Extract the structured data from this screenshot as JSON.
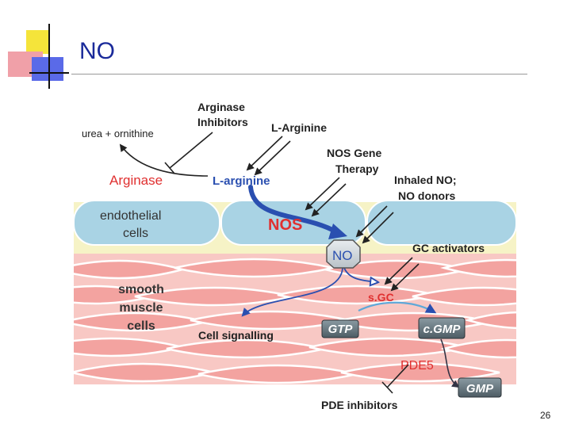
{
  "slide": {
    "title": "NO",
    "number": "26"
  },
  "diagram": {
    "labels": {
      "arginase_inhibitors_1": "Arginase",
      "arginase_inhibitors_2": "Inhibitors",
      "l_arginine_top": "L-Arginine",
      "urea_ornithine": "urea + ornithine",
      "nos_gene_therapy_1": "NOS Gene",
      "nos_gene_therapy_2": "Therapy",
      "arginase": "Arginase",
      "l_arginine": "L-arginine",
      "inhaled_no_1": "Inhaled NO;",
      "inhaled_no_2": "NO donors",
      "endothelial_1": "endothelial",
      "endothelial_2": "cells",
      "nos": "NOS",
      "no": "NO",
      "gc_activators": "GC activators",
      "smooth_1": "smooth",
      "smooth_2": "muscle",
      "smooth_3": "cells",
      "sgc": "s.GC",
      "cell_signalling": "Cell signalling",
      "gtp": "GTP",
      "cgmp": "c.GMP",
      "pde5": "PDE5",
      "gmp": "GMP",
      "pde_inhibitors": "PDE inhibitors"
    },
    "colors": {
      "title": "#1a2a9a",
      "enzyme_red": "#e03030",
      "flow_blue": "#2a4fb0",
      "endothelial_cell": "#a9d3e4",
      "endothelial_band": "#f6f3c6",
      "muscle_cell": "#f3a3a0",
      "muscle_bg": "#f8c8c4",
      "box_gray": "#6a7a84"
    }
  }
}
